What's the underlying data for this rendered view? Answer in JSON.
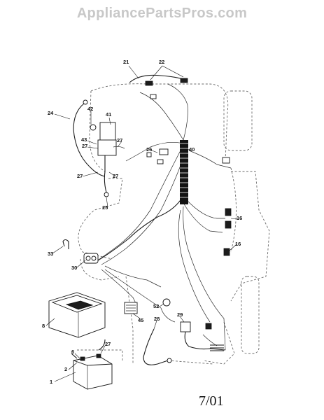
{
  "watermark": "AppliancePartsPros.com",
  "page_code": "7/01",
  "callouts": {
    "c1": "1",
    "c2": "2",
    "c6": "6",
    "c8": "8",
    "c16a": "16",
    "c16b": "16",
    "c21": "21",
    "c22": "22",
    "c24": "24",
    "c25": "25",
    "c26": "26",
    "c27a": "27",
    "c27b": "27",
    "c27c": "27",
    "c27d": "27",
    "c27e": "27",
    "c28": "28",
    "c29": "29",
    "c30": "30",
    "c33": "33",
    "c40": "40",
    "c41": "41",
    "c42": "42",
    "c43": "43",
    "c45": "45",
    "c52": "52"
  }
}
